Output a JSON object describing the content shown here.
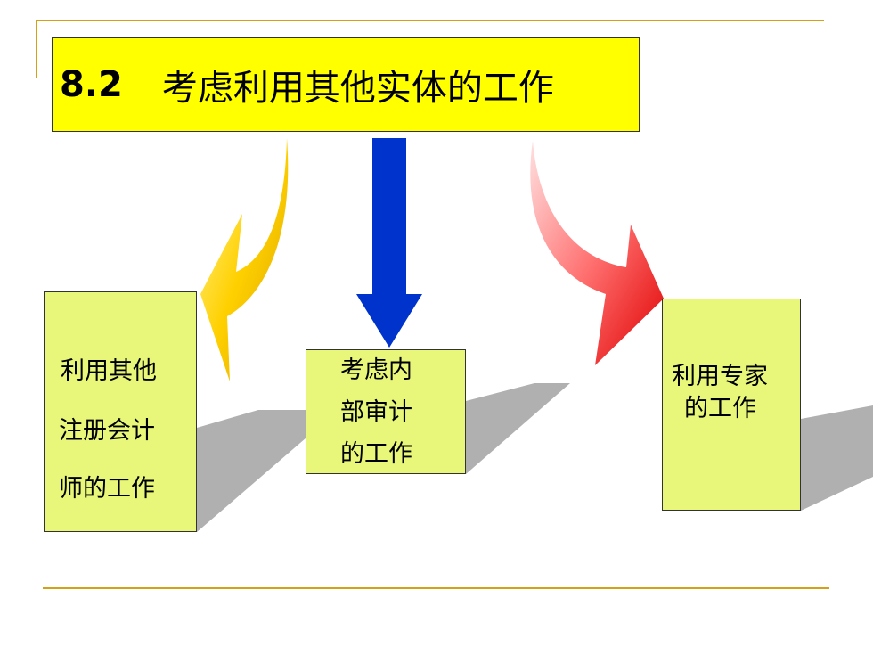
{
  "title": {
    "number": "8.2",
    "text": "考虑利用其他实体的工作"
  },
  "boxes": {
    "left": {
      "lines": [
        "利用其他",
        "注册会计",
        "师的工作"
      ]
    },
    "middle": {
      "lines": [
        "考虑内",
        "部审计",
        "的工作"
      ]
    },
    "right": {
      "lines": [
        "利用专家",
        "的工作"
      ]
    }
  },
  "colors": {
    "title_fill": "#ffff00",
    "box_fill": "#e8f77a",
    "rule": "#d4a017",
    "arrow_left": "#f2c200",
    "arrow_middle": "#0033cc",
    "arrow_right": "#ff2020",
    "shadow": "#b0b0b0"
  }
}
